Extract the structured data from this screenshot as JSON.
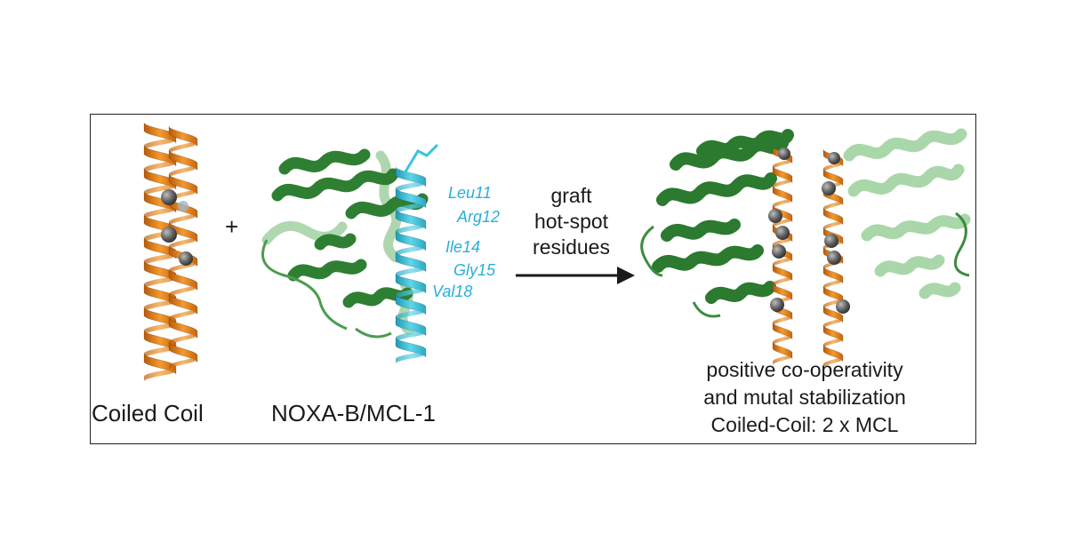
{
  "panels": {
    "coiled_coil": {
      "label": "Coiled Coil"
    },
    "plus_sign": "+",
    "noxa_mcl": {
      "label": "NOXA-B/MCL-1",
      "residues": [
        "Leu11",
        "Arg12",
        "Ile14",
        "Gly15",
        "Val18"
      ]
    },
    "arrow": {
      "lines": [
        "graft",
        "hot-spot",
        "residues"
      ]
    },
    "result": {
      "lines": [
        "positive co-operativity",
        "and mutal stabilization",
        "Coiled-Coil: 2 x MCL"
      ]
    }
  },
  "colors": {
    "coil_orange": "#f08a1c",
    "mcl_dark_green": "#2e7d32",
    "mcl_light_green": "#8cc98c",
    "noxa_cyan": "#3cc3dc",
    "sphere_grey": "#6b6b6b",
    "residue_label": "#27aee0"
  }
}
